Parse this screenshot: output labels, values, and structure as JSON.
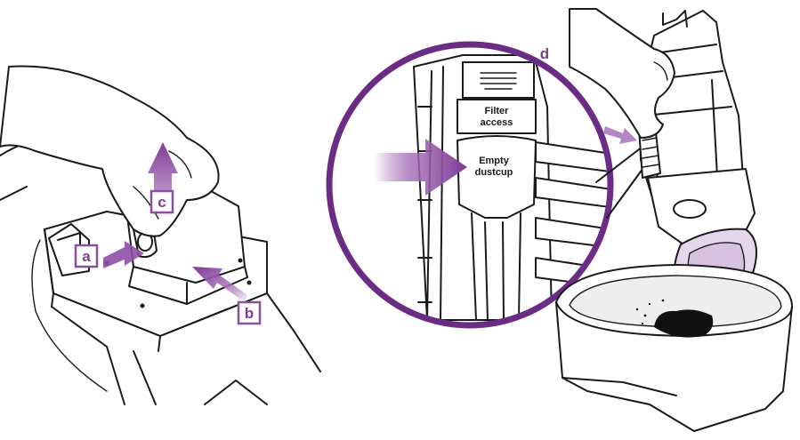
{
  "callouts": {
    "a": "a",
    "b": "b",
    "c": "c",
    "d": "d"
  },
  "button_labels": {
    "filter_access_line1": "Filter",
    "filter_access_line2": "access",
    "empty_dustcup_line1": "Empty",
    "empty_dustcup_line2": "dustcup"
  },
  "colors": {
    "accent_purple": "#6a2c85",
    "arrow_purple": "#8e4fa6",
    "callout_purple": "#7b3f91",
    "dustcup_lid": "#e6d6ec",
    "debris": "#111111"
  },
  "icons": [
    "purple-arrow-icon",
    "hand-illustration",
    "vacuum-illustration",
    "trash-bin-illustration",
    "magnifier-circle"
  ]
}
